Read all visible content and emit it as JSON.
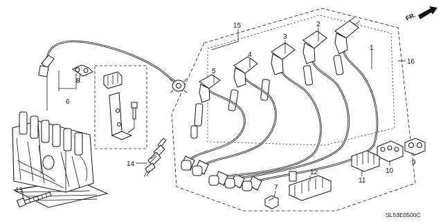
{
  "diagram": {
    "code": "SL53E0500C",
    "direction_label": "FR.",
    "callouts": [
      {
        "id": "c1",
        "label": "1"
      },
      {
        "id": "c2",
        "label": "2"
      },
      {
        "id": "c3",
        "label": "3"
      },
      {
        "id": "c4",
        "label": "4"
      },
      {
        "id": "c5",
        "label": "5"
      },
      {
        "id": "c6",
        "label": "6"
      },
      {
        "id": "c7",
        "label": "7"
      },
      {
        "id": "c8",
        "label": "8"
      },
      {
        "id": "c9",
        "label": "9"
      },
      {
        "id": "c10",
        "label": "10"
      },
      {
        "id": "c11",
        "label": "11"
      },
      {
        "id": "c12",
        "label": "12"
      },
      {
        "id": "c13",
        "label": "13"
      },
      {
        "id": "c14",
        "label": "14"
      },
      {
        "id": "c15",
        "label": "15"
      },
      {
        "id": "c16",
        "label": "16"
      }
    ]
  }
}
